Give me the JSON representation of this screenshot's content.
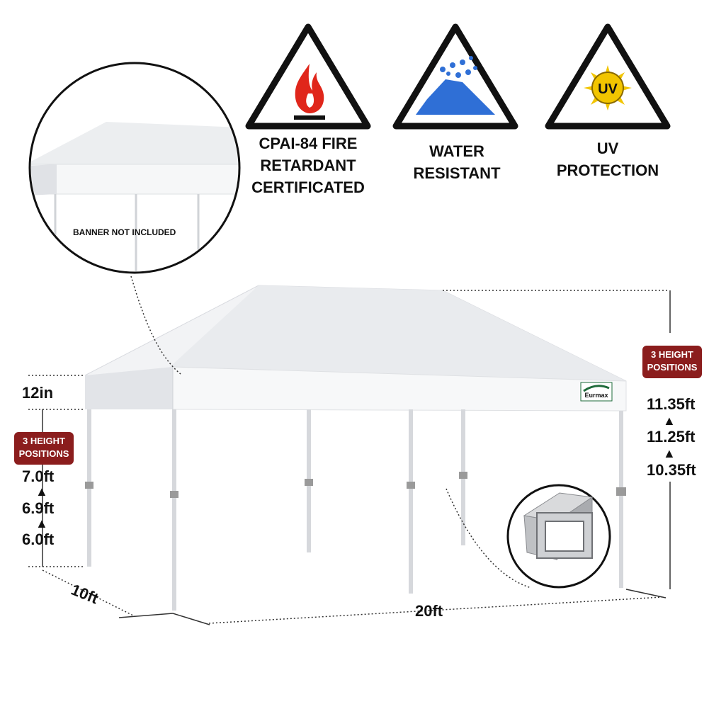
{
  "features": [
    {
      "label": "CPAI-84 FIRE\nRETARDANT\nCERTIFICATED",
      "icon": "fire-warning-icon"
    },
    {
      "label": "WATER\nRESISTANT",
      "icon": "water-warning-icon"
    },
    {
      "label": "UV\nPROTECTION",
      "icon": "uv-sun-warning-icon",
      "icon_text": "UV"
    }
  ],
  "inset": {
    "banner_note": "BANNER NOT INCLUDED"
  },
  "brand": {
    "logo_text": "Eurmax"
  },
  "dimensions": {
    "valance": "12in",
    "depth": "10ft",
    "width": "20ft"
  },
  "left_heights": {
    "badge": "3 HEIGHT\nPOSITIONS",
    "values": [
      "7.0ft",
      "6.9ft",
      "6.0ft"
    ]
  },
  "right_heights": {
    "badge": "3 HEIGHT\nPOSITIONS",
    "values": [
      "11.35ft",
      "11.25ft",
      "10.35ft"
    ]
  },
  "colors": {
    "badge": "#8b1d1d",
    "fire": "#e0261b",
    "water": "#2f6fd6",
    "sun": "#f2c500"
  }
}
